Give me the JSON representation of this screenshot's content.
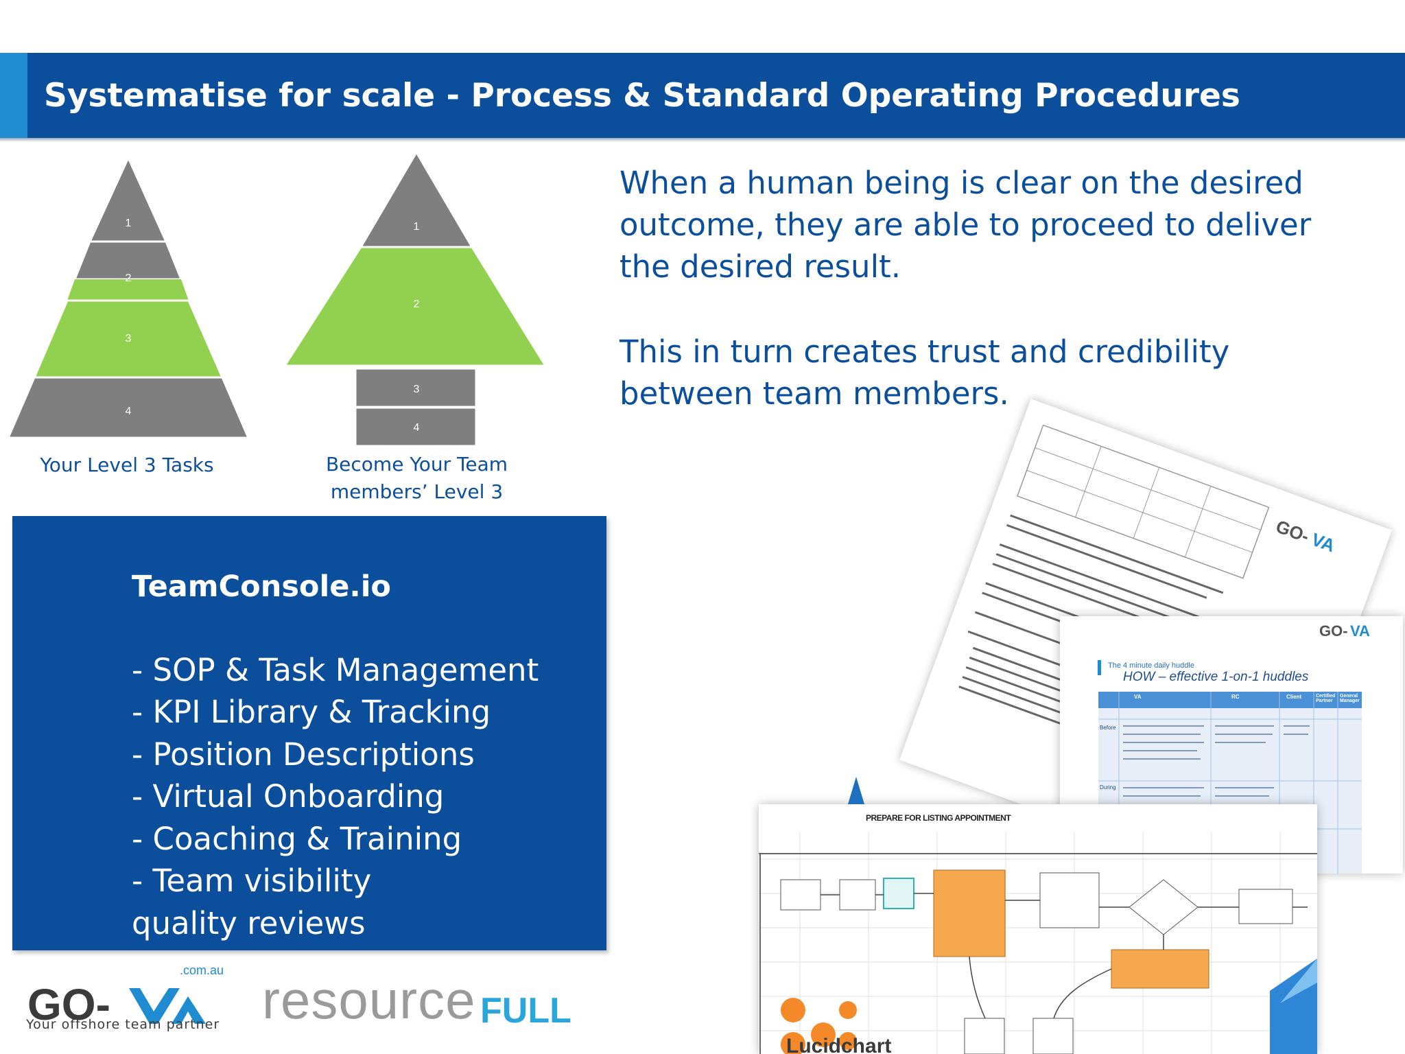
{
  "header": {
    "title": "Systematise for scale - Process & Standard Operating Procedures"
  },
  "pyramids": {
    "left": {
      "caption": "Your Level 3 Tasks"
    },
    "right": {
      "caption_line1": "Become Your Team",
      "caption_line2": "members’ Level 3"
    }
  },
  "quote": {
    "para1_line1": "When a human being is clear on the desired",
    "para1_line2": "outcome, they are able to proceed to deliver",
    "para1_line3": "the desired result.",
    "para2_line1": "This in turn creates trust and credibility",
    "para2_line2": "between team members."
  },
  "teamconsole": {
    "title": "TeamConsole.io",
    "items": [
      "- SOP & Task Management",
      "- KPI Library & Tracking",
      "- Position Descriptions",
      "- Virtual Onboarding",
      "- Coaching & Training",
      "- Team visibility",
      "quality reviews"
    ]
  },
  "docs": {
    "huddle_subtitle": "The 4 minute daily huddle",
    "huddle_title": "HOW – effective 1-on-1 huddles",
    "huddle_columns": [
      "VA",
      "RC",
      "Client",
      "Certified Partner",
      "General Manager"
    ],
    "huddle_row1": "Before",
    "huddle_row2": "During",
    "flow_title": "PREPARE FOR LISTING APPOINTMENT",
    "lucid_wordmark": "Lucidchart"
  },
  "logos": {
    "gova_suffix": ".com.au",
    "gova_tagline": "Your offshore team partner",
    "resourcefull": "resourcefull"
  },
  "colors": {
    "brand_blue": "#0b4f9c",
    "pyramid_green": "#92d050",
    "pyramid_grey": "#7f7f7f",
    "flow_orange": "#f6a84e",
    "lucid_orange": "#f4892a"
  }
}
